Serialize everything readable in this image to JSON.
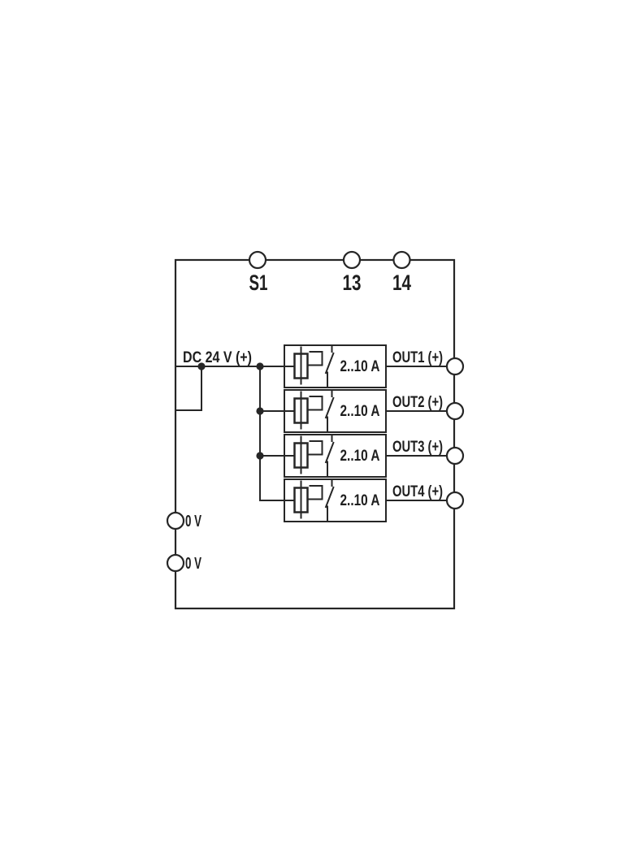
{
  "diagram": {
    "type": "wiring-schematic",
    "description": "4-channel electronic circuit breaker module connection diagram",
    "colors": {
      "line": "#262626",
      "text": "#1e1e1e",
      "background": "#ffffff",
      "terminal_fill": "#ffffff"
    },
    "top_terminals": [
      {
        "label": "S1"
      },
      {
        "label": "13"
      },
      {
        "label": "14"
      }
    ],
    "input": {
      "label": "DC 24 V (+)"
    },
    "channels": [
      {
        "rating": "2..10 A",
        "output_label": "OUT1 (+)"
      },
      {
        "rating": "2..10 A",
        "output_label": "OUT2 (+)"
      },
      {
        "rating": "2..10 A",
        "output_label": "OUT3 (+)"
      },
      {
        "rating": "2..10 A",
        "output_label": "OUT4 (+)"
      }
    ],
    "zero_volt_terminals": [
      {
        "label": "0 V"
      },
      {
        "label": "0 V"
      }
    ],
    "icons": {
      "fuse": "fuse-icon",
      "breaker_contact": "breaker-contact-icon",
      "terminal": "terminal-circle-icon",
      "junction": "junction-dot-icon"
    }
  }
}
